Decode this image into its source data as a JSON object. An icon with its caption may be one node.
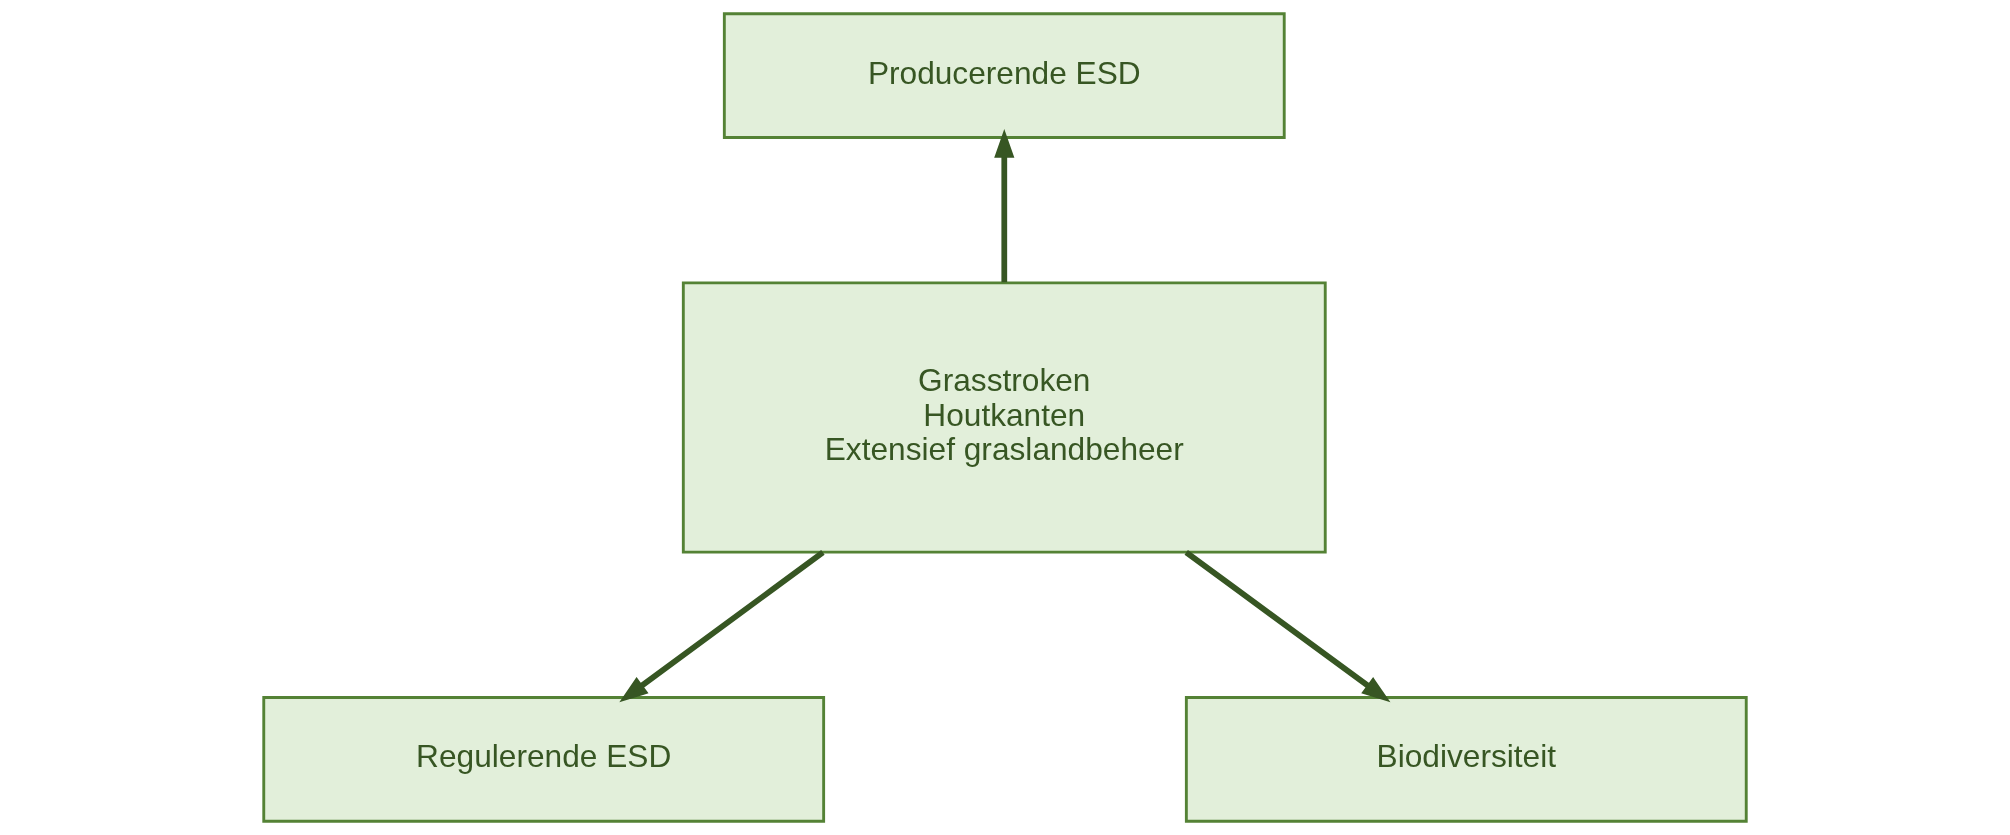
{
  "diagram": {
    "nodes": [
      {
        "text": [
          "Producerende ESD"
        ]
      },
      {
        "text": [
          "Grasstroken",
          "Houtkanten",
          "Extensief graslandbeheer"
        ]
      },
      {
        "text": [
          "Regulerende ESD"
        ]
      },
      {
        "text": [
          "Biodiversiteit"
        ]
      }
    ],
    "edges": [
      {
        "from": 1,
        "to": 0,
        "arrow": "to"
      },
      {
        "from": 1,
        "to": 2,
        "arrow": "to"
      },
      {
        "from": 1,
        "to": 3,
        "arrow": "to"
      }
    ]
  }
}
